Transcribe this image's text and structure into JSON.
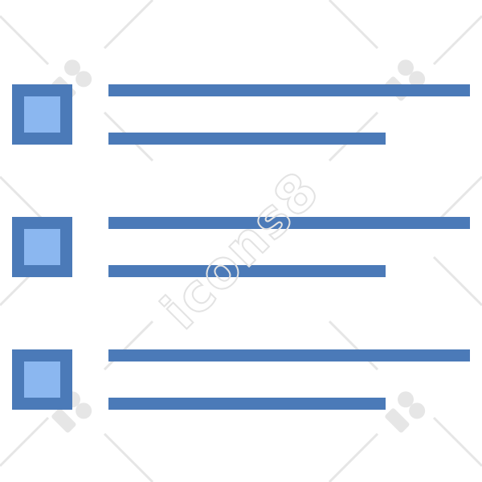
{
  "icon": {
    "name": "bulleted-list-icon",
    "colors": {
      "frame": "#4b7ab8",
      "fill": "#8bb7f0",
      "watermark": "#e3e3e3"
    }
  },
  "watermark": {
    "text": "icons8",
    "logo_icon": "icons8-logo-icon"
  },
  "items": [
    {
      "checkbox_icon": "checkbox-icon",
      "line_count": 2
    },
    {
      "checkbox_icon": "checkbox-icon",
      "line_count": 2
    },
    {
      "checkbox_icon": "checkbox-icon",
      "line_count": 2
    }
  ]
}
